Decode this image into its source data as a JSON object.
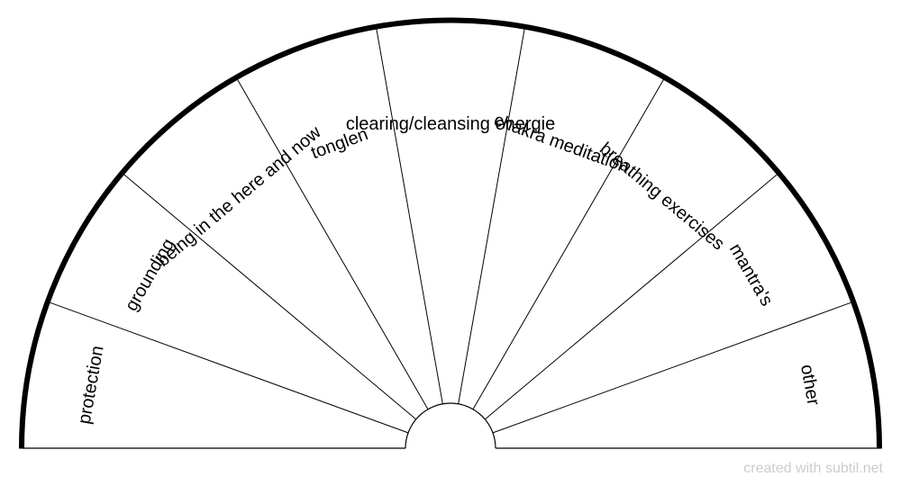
{
  "chart_data": {
    "type": "pie",
    "shape": "semicircle",
    "categories": [
      "protection",
      "grounding",
      "being in the here and now",
      "tonglen",
      "clearing/cleansing energie",
      "chakra meditation",
      "breathing exercises",
      "mantra's",
      "other"
    ]
  },
  "colors": {
    "ink": "#000000",
    "background": "#ffffff",
    "footer": "#cccccc"
  },
  "footer": {
    "credit": "created with subtil.net"
  }
}
